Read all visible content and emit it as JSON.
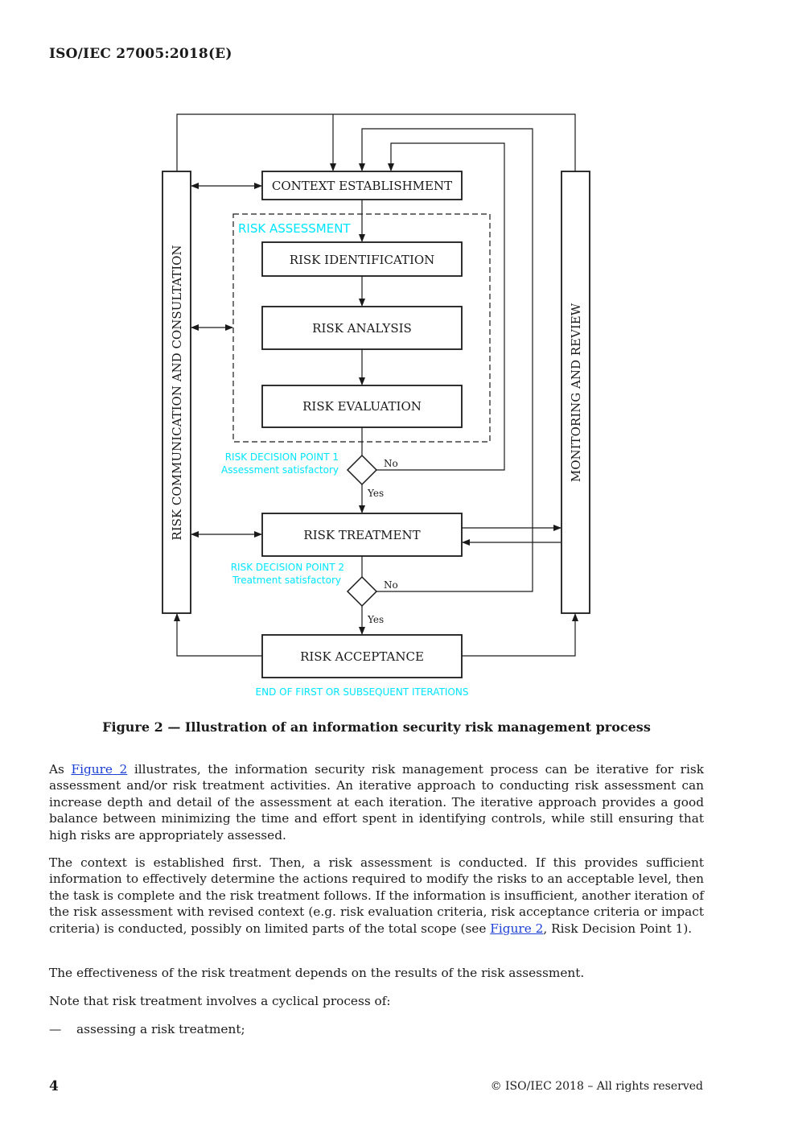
{
  "header": {
    "doc_id": "ISO/IEC 27005:2018(E)"
  },
  "figure": {
    "context_establishment": "CONTEXT ESTABLISHMENT",
    "risk_assessment": "RISK ASSESSMENT",
    "risk_identification": "RISK IDENTIFICATION",
    "risk_analysis": "RISK ANALYSIS",
    "risk_evaluation": "RISK EVALUATION",
    "decision1_title": "RISK DECISION POINT 1",
    "decision1_sub": "Assessment satisfactory",
    "decision2_title": "RISK DECISION POINT 2",
    "decision2_sub": "Treatment satisfactory",
    "no": "No",
    "yes": "Yes",
    "risk_treatment": "RISK TREATMENT",
    "risk_acceptance": "RISK ACCEPTANCE",
    "end_iterations": "END OF FIRST OR SUBSEQUENT ITERATIONS",
    "left_bar": "RISK COMMUNICATION AND CONSULTATION",
    "right_bar": "MONITORING AND REVIEW",
    "accent_color": "#00e5ff"
  },
  "caption": "Figure 2 — Illustration of an information security risk management process",
  "paragraphs": {
    "p1_pre": "As ",
    "p1_link": "Figure 2",
    "p1_post": " illustrates, the information security risk management process can be iterative for risk assessment and/or risk treatment activities. An iterative approach to conducting risk assessment can increase depth and detail of the assessment at each iteration. The iterative approach provides a good balance between minimizing the time and effort spent in identifying controls, while still ensuring that high risks are appropriately assessed.",
    "p2_pre": "The context is established first. Then, a risk assessment is conducted. If this provides sufficient information to effectively determine the actions required to modify the risks to an acceptable level, then the task is complete and the risk treatment follows. If the information is insufficient, another iteration of the risk assessment with revised context (e.g. risk evaluation criteria, risk acceptance criteria or impact criteria) is conducted, possibly on limited parts of the total scope (see ",
    "p2_link": "Figure 2",
    "p2_post": ", Risk Decision Point 1).",
    "p3": "The effectiveness of the risk treatment depends on the results of the risk assessment.",
    "p4": "Note that risk treatment involves a cyclical process of:"
  },
  "bullet": {
    "dash": "—",
    "text": "assessing a risk treatment;"
  },
  "footer": {
    "page_number": "4",
    "copyright": "© ISO/IEC 2018 – All rights reserved"
  }
}
